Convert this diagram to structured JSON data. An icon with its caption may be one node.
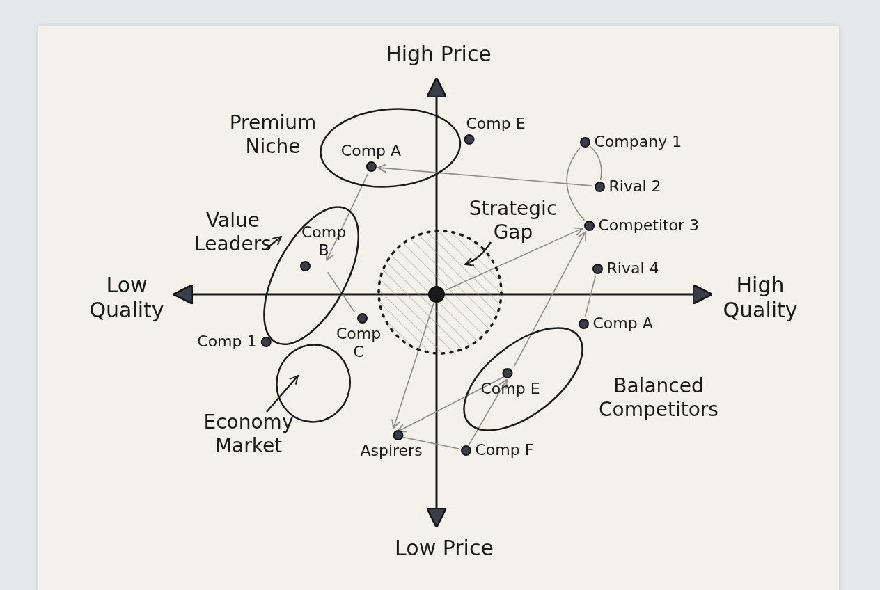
{
  "diagram": {
    "nodes": [
      {
        "text": [
          "Premium Niche"
        ]
      },
      {
        "text": [
          "Comp A"
        ],
        "in": 0
      },
      {
        "text": [
          "Comp E"
        ]
      },
      {
        "text": [
          "Company 1"
        ]
      },
      {
        "text": [
          "Rival 2"
        ]
      },
      {
        "text": [
          "Value Leaders"
        ]
      },
      {
        "text": [],
        "shape": "ellipse"
      },
      {
        "text": [
          "Comp B"
        ],
        "in": 6
      },
      {
        "text": [
          "Strategic Gap"
        ]
      },
      {
        "text": [],
        "shape": "circle"
      },
      {
        "text": [
          "Competitor 3"
        ]
      },
      {
        "text": [
          "Rival 4"
        ]
      },
      {
        "text": [],
        "shape": "circle",
        "in": 9
      },
      {
        "text": [
          "Comp 1"
        ]
      },
      {
        "text": [
          "Comp C"
        ]
      },
      {
        "text": [
          "Comp A"
        ]
      },
      {
        "text": [
          "Balanced Competitors"
        ]
      },
      {
        "text": [
          "Comp E"
        ],
        "in": 16
      },
      {
        "text": [
          "Economy Market"
        ]
      },
      {
        "text": [],
        "shape": "ellipse"
      },
      {
        "text": [
          "Aspirers"
        ]
      },
      {
        "text": [
          "Comp F"
        ]
      }
    ],
    "edges": [
      {
        "from": 4,
        "to": 1,
        "arrow": "to"
      },
      {
        "from": 1,
        "to": 7,
        "arrow": "to"
      },
      {
        "from": 3,
        "to": 4,
        "arrow": "none"
      },
      {
        "from": 3,
        "to": 10,
        "arrow": "none"
      },
      {
        "from": 12,
        "to": 10,
        "arrow": "to"
      },
      {
        "from": 17,
        "to": 10,
        "arrow": "to"
      },
      {
        "from": 11,
        "to": 15,
        "arrow": "none"
      },
      {
        "from": 7,
        "to": 14,
        "arrow": "none"
      },
      {
        "from": 12,
        "to": 20,
        "arrow": "to"
      },
      {
        "from": 17,
        "to": 20,
        "arrow": "to"
      },
      {
        "from": 20,
        "to": 21,
        "arrow": "none"
      },
      {
        "from": 21,
        "to": 17,
        "arrow": "to"
      },
      {
        "from": 8,
        "to": 9,
        "arrow": "to",
        "color": "#1a1a1a"
      },
      {
        "from": 18,
        "to": 19,
        "arrow": "to",
        "color": "#1a1a1a"
      },
      {
        "from": 5,
        "to": 6,
        "arrow": "to",
        "color": "#1a1a1a"
      }
    ],
    "labels": [
      "High Price",
      "Low Quality",
      "High Quality",
      "Low Price"
    ]
  }
}
